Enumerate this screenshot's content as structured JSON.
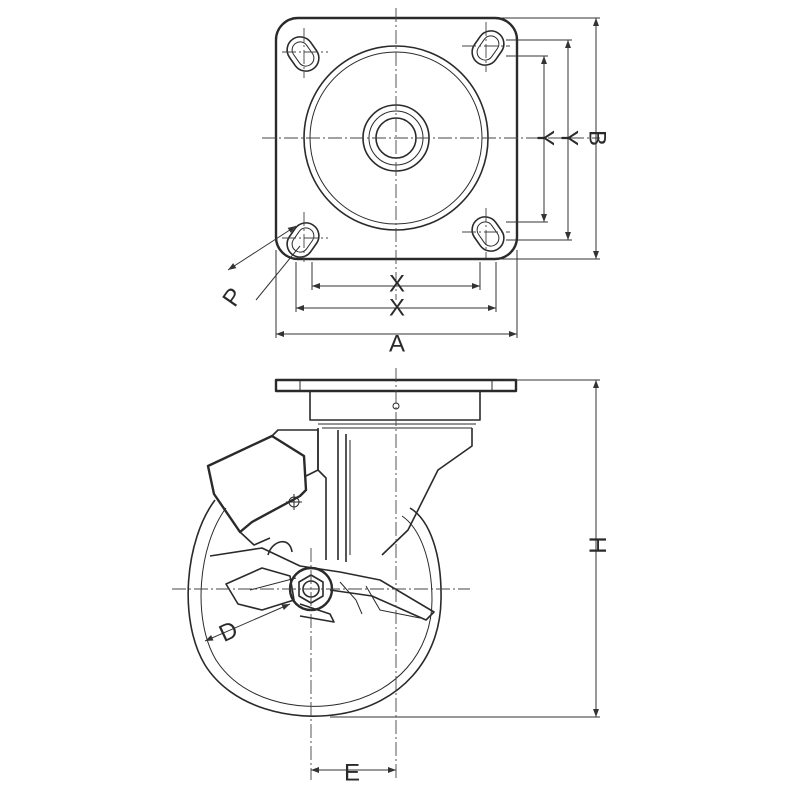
{
  "labels": {
    "a": "A",
    "b": "B",
    "x_inner": "X",
    "x_outer": "X",
    "y_inner": "Y",
    "y_outer": "Y",
    "p": "P",
    "h": "H",
    "d": "D",
    "e": "E"
  }
}
